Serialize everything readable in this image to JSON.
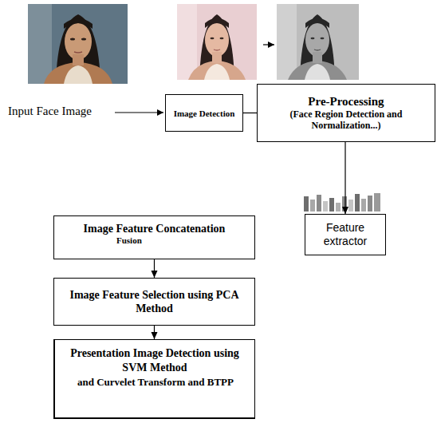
{
  "diagram": {
    "nodes": [
      {
        "text": [
          "Image Detection"
        ]
      },
      {
        "text": [
          "Pre-Processing",
          "(Face Region Detection and Normalization...)"
        ]
      },
      {
        "text": [
          "Feature extractor"
        ]
      },
      {
        "text": [
          "Image Feature Concatenation",
          "Fusion"
        ]
      },
      {
        "text": [
          "Image Feature Selection using PCA Method"
        ]
      },
      {
        "text": [
          "Presentation Image Detection using SVM Method",
          "and Curvelet Transform and BTPP"
        ]
      }
    ],
    "edges": [
      {
        "from": 0,
        "to": 1,
        "arrow": "none"
      },
      {
        "from": 1,
        "to": 2,
        "arrow": "to"
      },
      {
        "from": 3,
        "to": 4,
        "arrow": "to"
      },
      {
        "from": 4,
        "to": 5,
        "arrow": "to"
      }
    ],
    "labels": [
      "Input Face Image"
    ]
  }
}
